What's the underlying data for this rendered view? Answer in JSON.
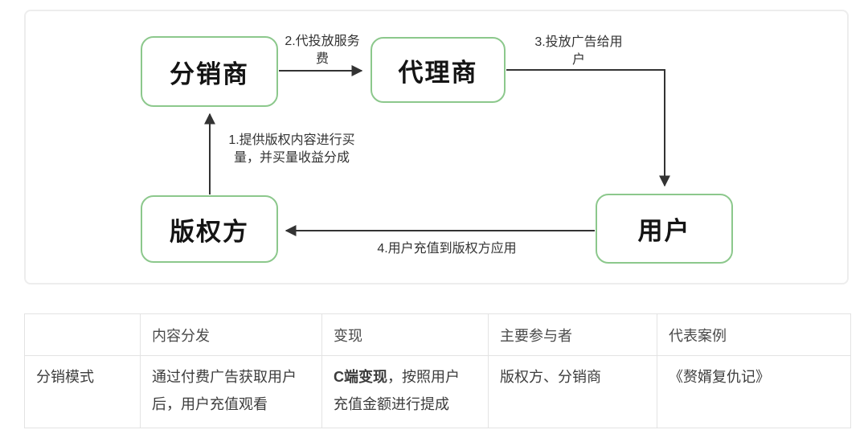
{
  "diagram": {
    "nodes": {
      "distributor": "分销商",
      "agent": "代理商",
      "copyright_holder": "版权方",
      "user": "用户"
    },
    "edges": {
      "provide_content": {
        "line1": "1.提供版权内容进行买",
        "line2": "量，并买量收益分成"
      },
      "ad_service_fee": {
        "line1": "2.代投放服务",
        "line2": "费"
      },
      "serve_ads": {
        "line1": "3.投放广告给用",
        "line2": "户"
      },
      "user_recharge": {
        "label": "4.用户充值到版权方应用"
      }
    }
  },
  "table": {
    "headers": [
      "",
      "内容分发",
      "变现",
      "主要参与者",
      "代表案例"
    ],
    "row": {
      "label": "分销模式",
      "content_distribution": "通过付费广告获取用户后，用户充值观看",
      "monetization_bold": "C端变现",
      "monetization_rest": "，按照用户充值金额进行提成",
      "participants": "版权方、分销商",
      "example": "《赘婿复仇记》"
    }
  },
  "colors": {
    "node_border": "#8cc88c",
    "arrow": "#333333",
    "card_border": "#ededed",
    "table_border": "#e3e3e3"
  }
}
